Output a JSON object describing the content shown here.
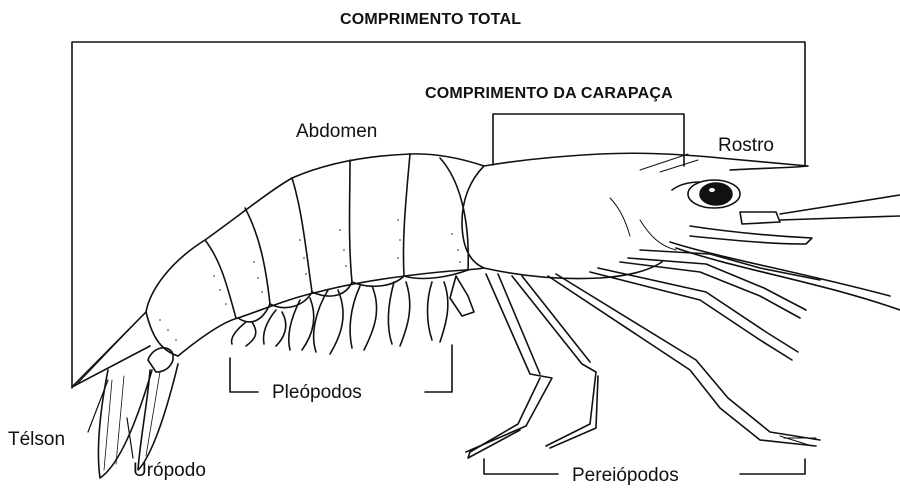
{
  "diagram": {
    "labels": {
      "total_length": "COMPRIMENTO TOTAL",
      "carapace_length": "COMPRIMENTO DA CARAPAÇA",
      "abdomen": "Abdomen",
      "rostrum": "Rostro",
      "pleopods": "Pleópodos",
      "telson": "Télson",
      "uropod": "Urópodo",
      "pereiopods": "Pereiópodos"
    },
    "colors": {
      "ink": "#111111",
      "background": "#ffffff",
      "stipple": "#555555"
    }
  }
}
